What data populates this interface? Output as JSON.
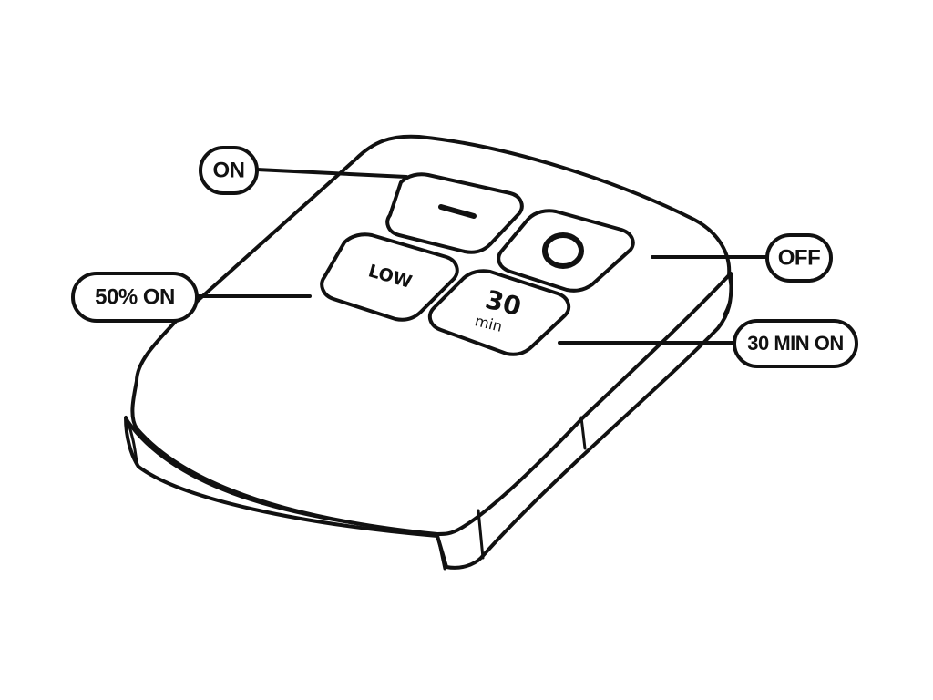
{
  "labels": {
    "on": "ON",
    "off": "OFF",
    "half_on": "50% ON",
    "thirty_min_on": "30 MIN ON"
  },
  "buttons": {
    "low": "LOW",
    "timer_value": "30",
    "timer_unit": "min"
  },
  "colors": {
    "stroke": "#111111",
    "fill": "#ffffff"
  },
  "icons": {
    "on_button": "dash-icon",
    "off_button": "circle-icon"
  }
}
